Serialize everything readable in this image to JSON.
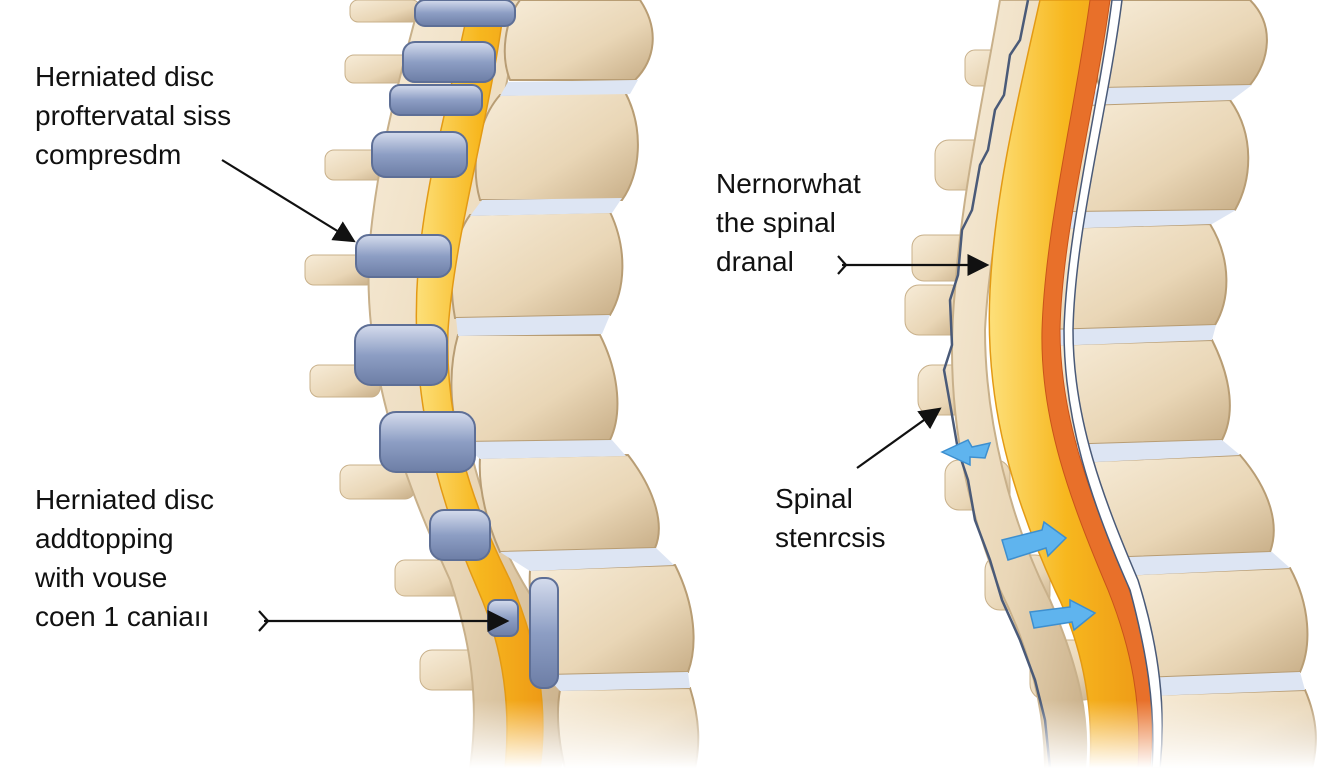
{
  "labels": {
    "top_left": [
      "Herniated disc",
      "proftervatal siss",
      "compresdm"
    ],
    "bottom_left": [
      "Herniated disc",
      "addtopping",
      "with vouse",
      "coen 1 caniaıı"
    ],
    "top_right": [
      "Nernorwhat",
      "the spinal",
      "dranal"
    ],
    "bottom_right": [
      "Spinal",
      "stenrcsis"
    ]
  },
  "colors": {
    "bone": "#eddcc0",
    "bone_shadow": "#c9b38f",
    "disc": "#8fa0c4",
    "disc_light": "#c3cde3",
    "cord": "#f6b21c",
    "cord_light": "#ffe06a",
    "cord_dark": "#e87b1a",
    "arrow_blue": "#5fb4ee",
    "text": "#111111"
  }
}
